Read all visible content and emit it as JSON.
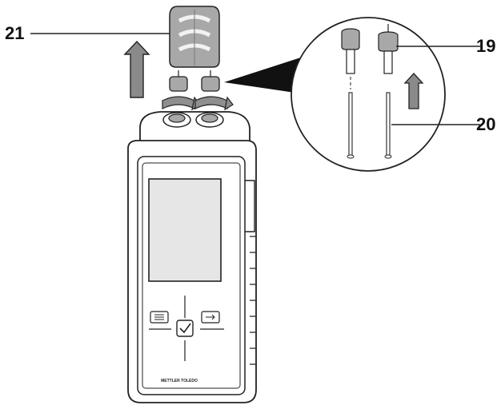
{
  "callouts": {
    "cap": "21",
    "holder": "19",
    "pin": "20"
  },
  "device": {
    "left_button_icon": "list-icon",
    "center_button_icon": "checkmark-icon",
    "right_button_icon": "arrow-menu-icon",
    "brand_text": "METTLER TOLEDO"
  },
  "colors": {
    "line": "#222222",
    "arrow_fill": "#8a8a8a",
    "cap_fill": "#a8a8a8",
    "rotate_fill": "#8f8f8f",
    "screen_fill": "#e6e6e6",
    "pointer_fill": "#111111"
  }
}
